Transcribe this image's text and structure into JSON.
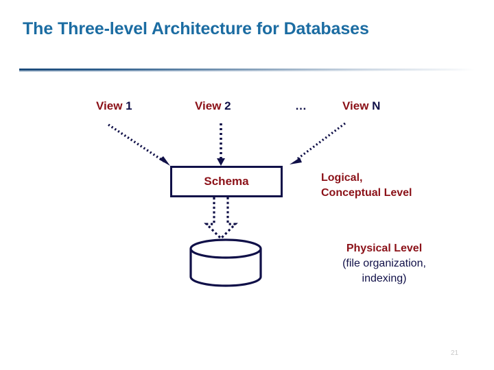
{
  "slide": {
    "title": "The Three-level Architecture for Databases",
    "page_number": "21",
    "accent_title_color": "#1b6ca2",
    "accent_red_color": "#8b1118",
    "accent_navy_color": "#101048"
  },
  "views": {
    "view1": {
      "label": "View",
      "index": "1"
    },
    "view2": {
      "label": "View",
      "index": "2"
    },
    "ellipsis": "…",
    "viewN": {
      "label": "View",
      "index": "N"
    }
  },
  "schema": {
    "label": "Schema"
  },
  "captions": {
    "logical": "Logical,\nConceptual Level",
    "logical_line1": "Logical,",
    "logical_line2": "Conceptual Level",
    "physical_title": "Physical Level",
    "physical_sub_line1": "(file organization,",
    "physical_sub_line2": "indexing)"
  },
  "shapes": {
    "database_cylinder": "database-cylinder",
    "arrow_view1_to_schema": "dotted-arrow",
    "arrow_view2_to_schema": "dotted-arrow",
    "arrow_viewN_to_schema": "dotted-arrow",
    "arrow_schema_to_database": "dotted-block-arrow"
  }
}
